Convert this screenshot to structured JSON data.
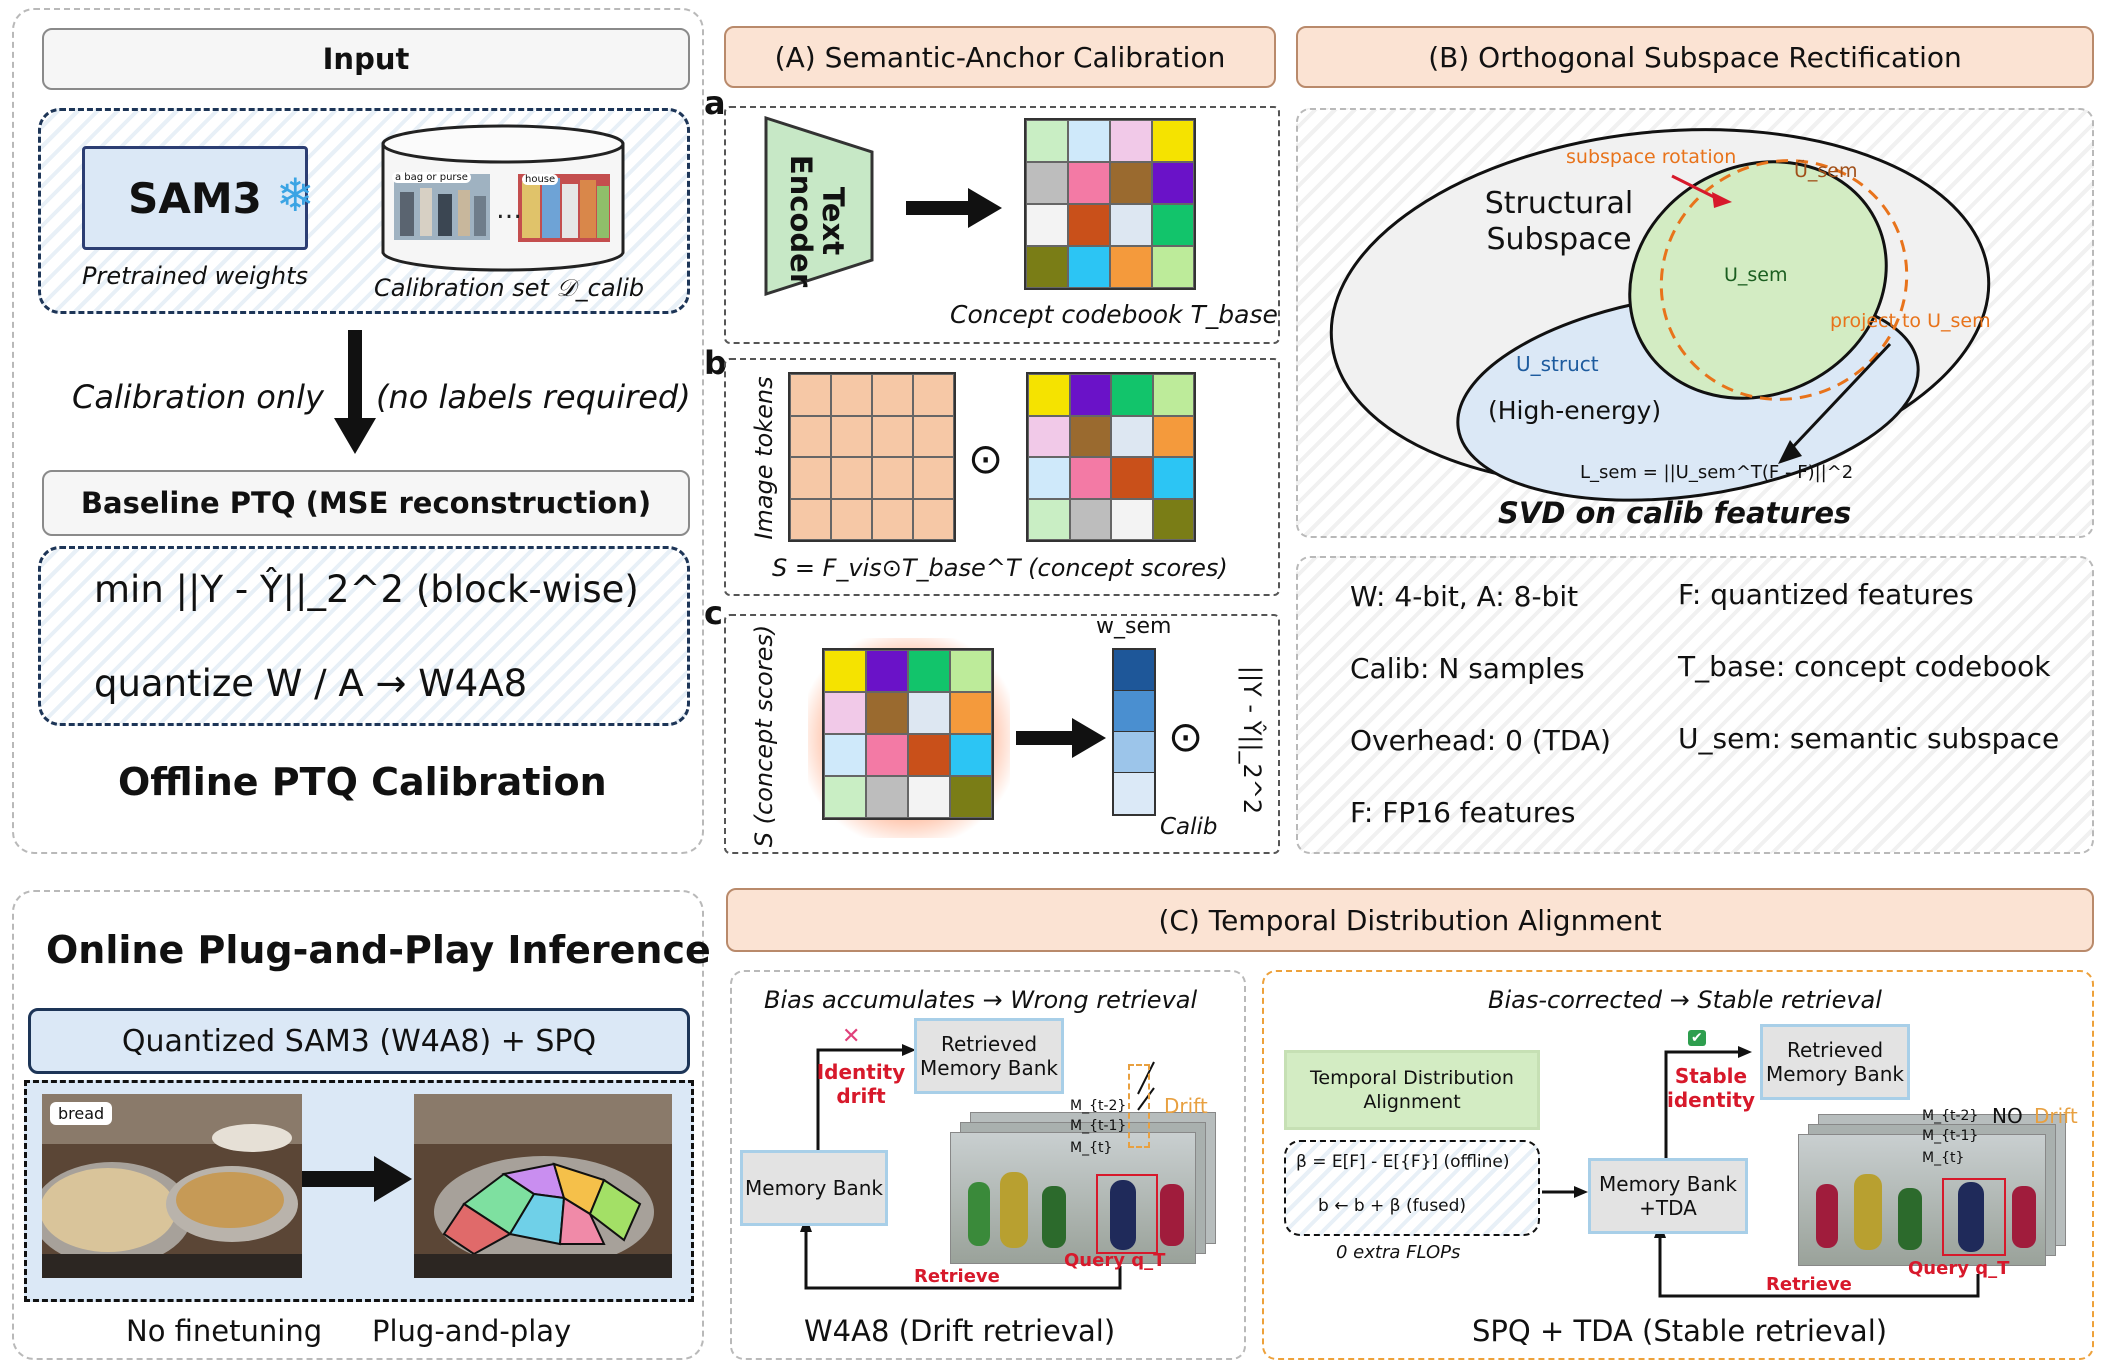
{
  "offline": {
    "input_header": "Input",
    "sam3": "SAM3",
    "pretrained_weights": "Pretrained weights",
    "calibration_set": "Calibration set 𝒟_calib",
    "photo_tag1": "a bag or purse",
    "photo_tag2": "house",
    "calibration_only": "Calibration only",
    "no_labels": "(no labels required)",
    "baseline_header": "Baseline PTQ (MSE reconstruction)",
    "formula1": "min ||Y - Ŷ||_2^2 (block-wise)",
    "formula2": "quantize W / A → W4A8",
    "title": "Offline PTQ Calibration"
  },
  "section_a": {
    "header": "(A) Semantic-Anchor Calibration",
    "label_a": "a",
    "label_b": "b",
    "label_c": "c",
    "text_encoder": "Text Encoder",
    "codebook_caption": "Concept codebook T_base",
    "image_tokens": "Image tokens",
    "odot": "⊙",
    "scores_caption": "S = F_vis⊙T_base^T  (concept scores)",
    "concept_scores": "S (concept scores)",
    "w_sem": "w_sem",
    "calib": "Calib",
    "loss_vertical": "||Y - Ŷ||_2^2"
  },
  "section_b": {
    "header": "(B) Orthogonal Subspace Rectification",
    "structural": "Structural Subspace",
    "subspace_rotation": "subspace rotation",
    "u_sem_prime": "Ũ_sem",
    "u_sem": "U_sem",
    "project": "project to U_sem",
    "u_struct": "U_struct",
    "high_energy": "(High-energy)",
    "loss": "L_sem = ||U_sem^T(F - F)||^2",
    "svd": "SVD on calib features"
  },
  "legend": {
    "items": [
      "W: 4-bit, A: 8-bit",
      "F: quantized features",
      "Calib: N samples",
      "T_base: concept codebook",
      "Overhead: 0 (TDA)",
      "U_sem: semantic subspace",
      "F: FP16 features"
    ]
  },
  "online": {
    "title": "Online Plug-and-Play Inference",
    "quant_header": "Quantized SAM3 (W4A8) + SPQ",
    "bread_tag": "bread",
    "no_finetuning": "No finetuning",
    "plug_and_play": "Plug-and-play"
  },
  "section_c": {
    "header": "(C) Temporal Distribution Alignment",
    "left_caption": "Bias accumulates → Wrong retrieval",
    "cross": "✕",
    "identity_drift": "Identity drift",
    "retrieved_bank": "Retrieved Memory Bank",
    "memory_bank": "Memory Bank",
    "m_t2": "M_{t-2}",
    "m_t1": "M_{t-1}",
    "m_t": "M_{t}",
    "drift": "Drift",
    "query": "Query q_T",
    "retrieve": "Retrieve",
    "left_title": "W4A8  (Drift retrieval)",
    "right_caption": "Bias-corrected → Stable retrieval",
    "check": "✔",
    "stable_identity": "Stable identity",
    "tda_box": "Temporal Distribution Alignment",
    "beta_formula": "β = E[F] - E[{F}] (offline)",
    "fused_formula": "b ← b + β (fused)",
    "extra_flops": "0 extra FLOPs",
    "memory_tda": "Memory Bank +TDA",
    "no": "NO",
    "right_title": "SPQ + TDA  (Stable retrieval)"
  },
  "colors": {
    "peach": "#fbe3d3",
    "light_blue": "#dbe8f6",
    "green": "#d3ecc3",
    "red": "#d7192b",
    "orange": "#e8731b"
  }
}
